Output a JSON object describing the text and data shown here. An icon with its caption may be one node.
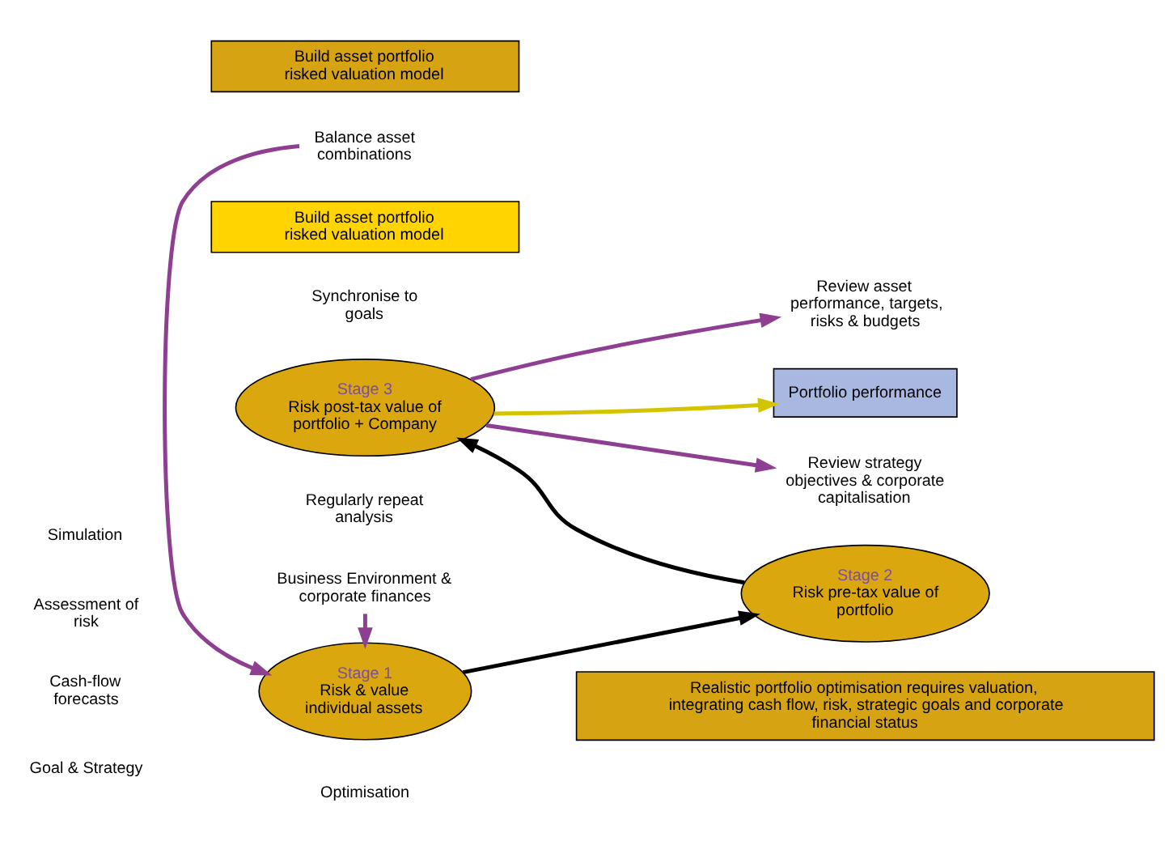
{
  "diagram": {
    "nodes": [
      {
        "text": [
          "Build asset portfolio risked valuation model"
        ]
      },
      {
        "text": [
          "Build asset portfolio risked valuation model"
        ]
      },
      {
        "text": [
          "Stage 1",
          "Risk & value individual assets"
        ]
      },
      {
        "text": [
          "Stage 2",
          "Risk pre-tax value of portfolio"
        ]
      },
      {
        "text": [
          "Stage 3",
          "Risk post-tax value of portfolio + Company"
        ]
      },
      {
        "text": [
          "Portfolio performance"
        ]
      },
      {
        "text": [
          "Balance asset combinations"
        ]
      },
      {
        "text": [
          "Business Environment & corporate finances"
        ]
      },
      {
        "text": [
          "Review asset performance, targets, risks & budgets"
        ]
      },
      {
        "text": [
          "Review strategy objectives & corporate capitalisation"
        ]
      },
      {
        "text": [
          "Realistic portfolio optimisation requires valuation, integrating cash flow, risk, strategic goals and corporate financial status"
        ]
      }
    ],
    "edges": [
      {
        "from": 2,
        "to": 3,
        "arrow": "to",
        "color": "#000000"
      },
      {
        "from": 3,
        "to": 4,
        "arrow": "to",
        "color": "#000000"
      },
      {
        "from": 4,
        "to": 5,
        "arrow": "to",
        "color": "#d4c400"
      },
      {
        "from": 6,
        "to": 2,
        "arrow": "to"
      },
      {
        "from": 7,
        "to": 2,
        "arrow": "to"
      },
      {
        "from": 4,
        "to": 8,
        "arrow": "to"
      },
      {
        "from": 4,
        "to": 9,
        "arrow": "to"
      }
    ],
    "labels": [
      "Assessment of risk",
      "Simulation",
      "Cash-flow forecasts",
      "Optimisation",
      "Goal & Strategy",
      "Synchronise to goals",
      "Regularly repeat analysis"
    ]
  }
}
